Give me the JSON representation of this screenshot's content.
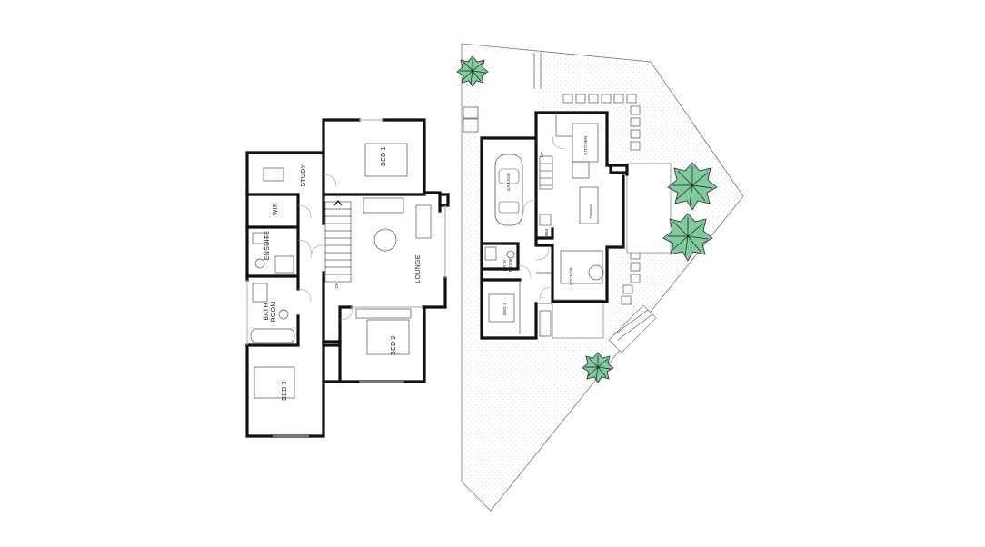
{
  "upper_floor": {
    "rooms": {
      "study": "STUDY",
      "bed1": "BED 1",
      "wir": "WIR",
      "ensuite": "ENSUITE",
      "lounge": "LOUNGE",
      "bathroom_line1": "BATH",
      "bathroom_line2": "ROOM",
      "bed2": "BED 2",
      "bed3": "BED 3"
    },
    "stair_label": "DN"
  },
  "ground_floor": {
    "rooms": {
      "garage": "GARAGE",
      "kitchen": "KITCHEN",
      "dining": "DINING",
      "bath_line1": "BATH",
      "bath_line2": "ROOM",
      "wm": "WM",
      "lounge": "LOUNGE",
      "bed4": "BED 4"
    },
    "stair_label": "UP",
    "site_color": "#f2f2f2"
  },
  "colors": {
    "wall": "#111111",
    "tree": "#7fcb9b",
    "site_dots": "#cfcfcf"
  },
  "icons": [
    "tree-icon",
    "car-icon",
    "stair-arrow-icon"
  ]
}
